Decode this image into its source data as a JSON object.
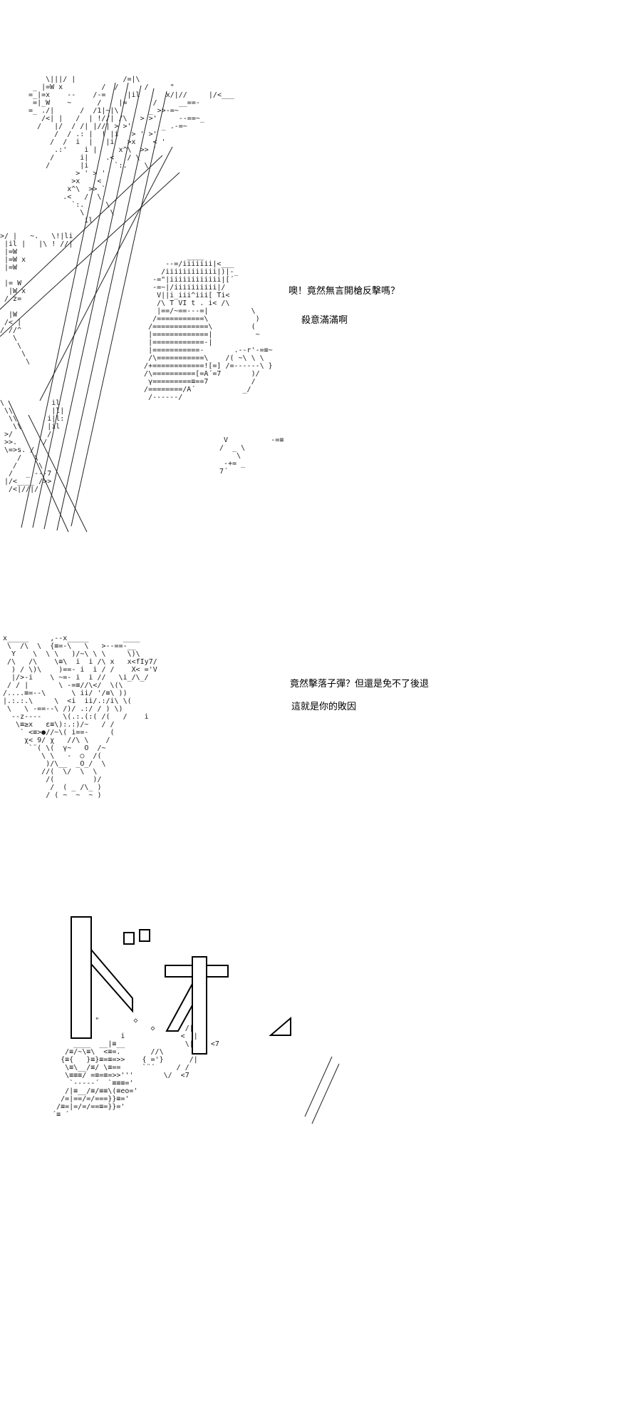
{
  "page": {
    "kind": "ascii-art-comic-page",
    "bg_color": "#ffffff",
    "ink_color": "#1a1a1a"
  },
  "panel1": {
    "dialogue": [
      {
        "text": "噢！竟然無言開槍反擊嗎？"
      },
      {
        "text": "殺意滿滿啊"
      }
    ],
    "art": {
      "top_left": [
        "      \\|||/ |           /=|\\",
        "   _ |=W x         /  /      /     \"",
        "  =_|=x    --    /-=     |il      x/|//     |/<___",
        "   =|_W    ~      /    |=      /     __==-",
        "  =_ ./|      /  /1|~|\\       _ >>-=~",
        "     /<| |   /  | !//| /\\   > >'     --==~_",
        "    /   |/  / /| |//| > >'       _ .-=~",
        "        /  / .: |  ! |i   > ' >'",
        "       /  /  i  |   |i   >x    < '",
        "        .:'    i |     x^\\  >> `",
        "       /      i|    .<   / \\",
        "      /       |i      `:.    \\",
        "             > ' > '",
        "            >x    <",
        "           x^\\  >> `",
        "          .<   /  \\",
        "            `:.     \\",
        "              \\      \\",
        "               il"
      ],
      "left_column": [
        ">/ |   ~.   \\!|li",
        " |il |   |\\ ! //|",
        " |=W",
        " |=W x",
        " |=W",
        "",
        " |= W",
        "  |W x",
        " / z=",
        "",
        "  |W",
        " /< |",
        "/ //^",
        "   \\",
        "    \\",
        "     \\",
        "      \\"
      ],
      "bottom_left": [
        "\\           il",
        " \\\\         |l|",
        "  \\\\       i|l:",
        "   \\\\      |il",
        " >/        /",
        " >>.      /",
        " \\=>s. /",
        "    /   \\",
        "   /     \\",
        "  /   _ ---7",
        " |/<____ />>",
        "  /<|//|/"
      ],
      "figure": [
        "             ____",
        "        --=/iiiiiii|<___",
        "       /iiiiiiiiiiii|)|-_",
        "     -=\"|iiiiiiiiiiii|[´",
        "     -=~|/iiiiiiiiii|/",
        "      V||i_iii^iii[ Ti<",
        "      /\\ T VI t . i< /\\",
        "      |==/~==---=|          \\",
        "     /===========\\           )",
        "    /=============\\         (",
        "    |=============|          ~",
        "    |============-|",
        "    |===========-       .--r'-=≡~",
        "    /\\===========\\    /( ~\\ \\ \\",
        "   /+============![=] /=------\\ }",
        "   /\\==========[=A´=7       )/",
        "    γ=========≡==7          /",
        "   /========/A´           _/",
        "    /------/"
      ],
      "under_figure": [
        "   V          -=≡",
        "  /  _ \\",
        "      \\",
        "   -+= _",
        "  7´"
      ]
    }
  },
  "panel2": {
    "dialogue": [
      {
        "text": "竟然擊落子彈？但還是免不了後退"
      },
      {
        "text": "這就是你的敗因"
      }
    ],
    "art": {
      "scene": [
        "x_____     ,--x_____        ____",
        " \\  /\\  \\  {≡=-\\   \\   >--==-__",
        "  Y    \\  \\ \\   )/~\\ \\ \\     \\)\\",
        " /\\   /\\    \\≡\\  i  i /\\ x   x<fIy7/",
        "  ) / \\)\\    )==- i  i / /    X< ='V",
        "  |/>-i    \\ ~=- i  i //   \\i_/\\_/",
        " / / |       \\ -=≡//\\</  \\(\\",
        "/....≡=--\\      \\ ii/ '/≡\\ ))",
        "|.:.:.\\     \\  <i  ii/.:/i\\ \\(",
        " \\   \\ -==--\\ /)/ .:/ / ) \\)",
        "  --z----     \\(.:.(:( /(   /    i",
        "   \\≡≥x   ε≡\\):.:)/~   / /",
        "    ` <≡>●//~\\( i==-     (",
        "     χ< 9/ χ   //\\ \\    /",
        "      `¨( \\(  γ~   O  /~",
        "         \\ \\   -  ○  /(",
        "          )/\\__  _O_/  \\",
        "         //(  \\/  \\  \\",
        "          /(         )/",
        "           /  ( _ /\\_ )",
        "          / ( ~  ~  ~ )"
      ]
    }
  },
  "panel3": {
    "sfx": {
      "reading": "ドォ"
    },
    "art": {
      "debris": [
        "             \"        ◇",
        "                          ◇       /|",
        "                   i             <  |",
        "        ____  __|≡__              \\|    <7",
        "      /≡/~\\≡\\  <≡=.       //\\",
        "     {≡{   }≡}≡=≡=>>    { ='}      /|",
        "      \\≡\\__/≡/ \\≡==     `¨´     / /",
        "      \\≡≡≡/ =≡=≡=>>'''       \\/  <7",
        "       `-----´  `≡≡≡='",
        "      /|≡__/≡/≡≡\\(≡eo='",
        "     /=|==/=/===}}≡='",
        "    /≡=|=/=/==≡=}}='",
        "   ´≡ ´"
      ]
    }
  }
}
